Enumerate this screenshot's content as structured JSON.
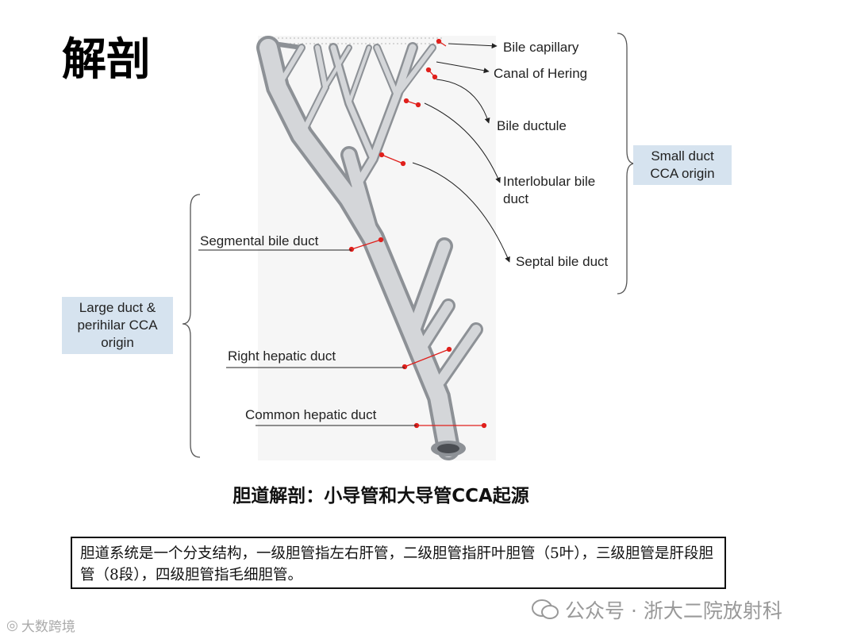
{
  "title": "解剖",
  "labels": {
    "bile_capillary": "Bile capillary",
    "canal_of_hering": "Canal of Hering",
    "bile_ductule": "Bile ductule",
    "interlobular_1": "Interlobular bile",
    "interlobular_2": "duct",
    "septal": "Septal bile duct",
    "segmental": "Segmental bile duct",
    "right_hepatic": "Right hepatic duct",
    "common_hepatic": "Common hepatic duct"
  },
  "small_box": {
    "line1": "Small duct",
    "line2": "CCA origin"
  },
  "large_box": {
    "line1": "Large duct &",
    "line2": "perihilar CCA",
    "line3": "origin"
  },
  "caption": "胆道解剖：小导管和大导管CCA起源",
  "note": "胆道系统是一个分支结构，一级胆管指左右肝管，二级胆管指肝叶胆管（5叶），三级胆管是肝段胆管（8段），四级胆管指毛细胆管。",
  "watermark": "公众号 · 浙大二院放射科",
  "brand": "大数跨境",
  "colors": {
    "duct": "#c4c7cb",
    "marker": "#e0201c",
    "box": "#d6e3ef"
  }
}
